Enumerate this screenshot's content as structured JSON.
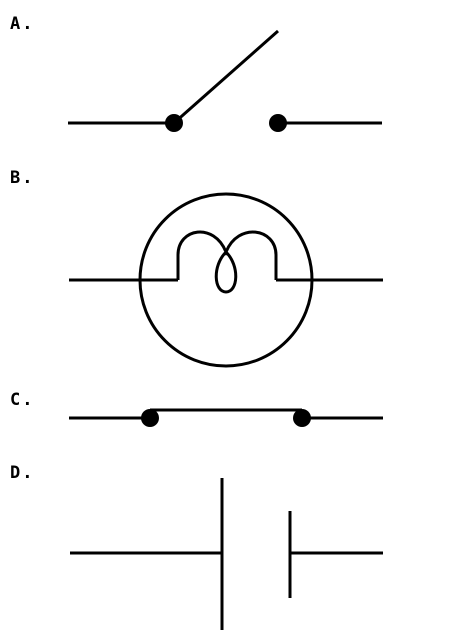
{
  "options": [
    {
      "label": "A."
    },
    {
      "label": "B."
    },
    {
      "label": "C."
    },
    {
      "label": "D."
    }
  ]
}
